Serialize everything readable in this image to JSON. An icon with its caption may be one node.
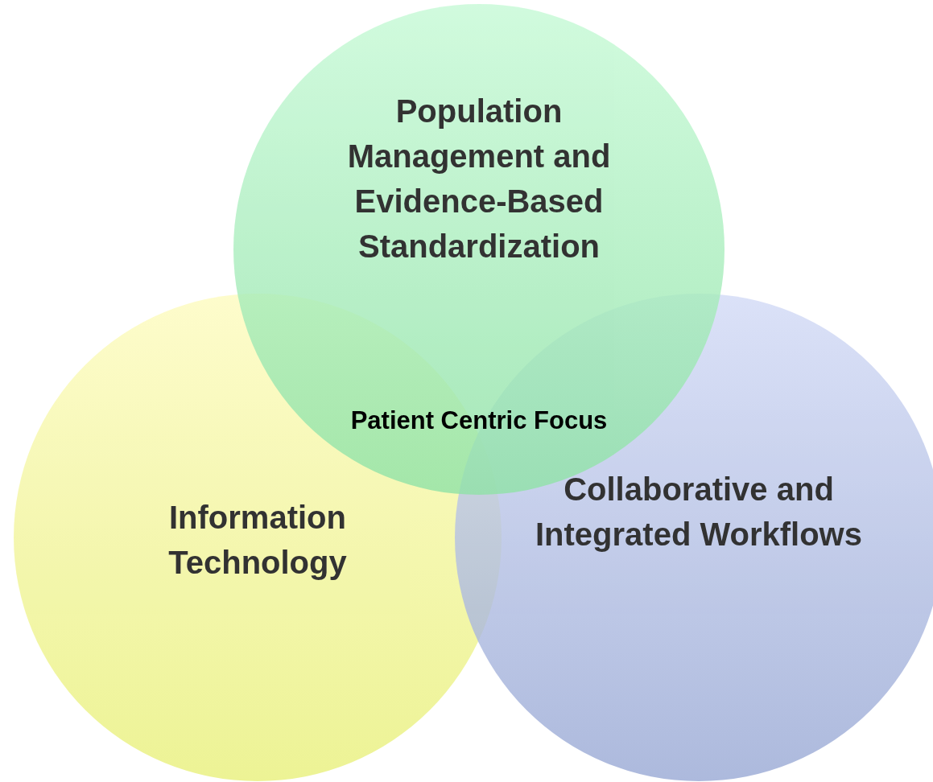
{
  "diagram": {
    "nodes": [
      {
        "text": [
          "Population Management and Evidence-Based Standardization"
        ]
      },
      {
        "text": [
          "Information Technology"
        ]
      },
      {
        "text": [
          "Collaborative and Integrated Workflows"
        ]
      }
    ],
    "labels": [
      "Patient Centric Focus"
    ]
  }
}
